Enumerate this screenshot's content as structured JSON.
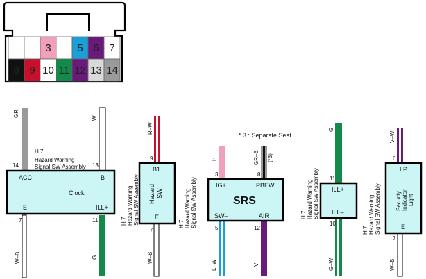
{
  "connector": {
    "top_row": [
      {
        "num": "",
        "color": "#ffffff",
        "text": "#222222"
      },
      {
        "num": "",
        "color": "#ffffff",
        "text": "#222222"
      },
      {
        "num": "3",
        "color": "#f0a0b8",
        "text": "#222222"
      },
      {
        "num": "",
        "color": "#ffffff",
        "text": "#222222"
      },
      {
        "num": "5",
        "color": "#1aa0d8",
        "text": "#222222"
      },
      {
        "num": "6",
        "color": "#6a1a7a",
        "text": "#ffffff"
      },
      {
        "num": "7",
        "color": "#ffffff",
        "text": "#111111"
      }
    ],
    "bottom_row": [
      {
        "num": "8",
        "color": "#111111",
        "text": "#ffffff"
      },
      {
        "num": "9",
        "color": "#c8102e",
        "text": "#ffffff"
      },
      {
        "num": "10",
        "color": "#ffffff",
        "text": "#222222"
      },
      {
        "num": "11",
        "color": "#128a4a",
        "text": "#ffffff"
      },
      {
        "num": "12",
        "color": "#6a1a7a",
        "text": "#ffffff"
      },
      {
        "num": "13",
        "color": "#d9d9d9",
        "text": "#222222"
      },
      {
        "num": "14",
        "color": "#9a9a9a",
        "text": "#222222"
      }
    ]
  },
  "footnote": "* 3 : Separate Seat",
  "clock": {
    "code": "H 7",
    "name_line1": "Hazard Warning",
    "name_line2": "Signal SW Assembly",
    "label": "Clock",
    "acc": "ACC",
    "b": "B",
    "e": "E",
    "ill": "ILL+",
    "pin_acc": "14",
    "pin_b": "13",
    "pin_e": "7",
    "pin_ill": "11",
    "wire_gr": "GR",
    "wire_w": "W",
    "wire_wb": "W–B",
    "wire_g": "G"
  },
  "hazard": {
    "side_code": "H 7",
    "side_line1": "Hazard Warning",
    "side_line2": "Signal SW Assembly",
    "label1": "Hazard",
    "label2": "SW",
    "b1": "B1",
    "e": "E",
    "pin_top": "9",
    "pin_bot": "7",
    "wire_top": "R–W",
    "wire_bot": "W–B"
  },
  "srs": {
    "side_code": "H 7",
    "side_line1": "Hazard Warning",
    "side_line2": "Signal SW Assembly",
    "label": "SRS",
    "igp": "IG+",
    "pbew": "PBEW",
    "swm": "SW–",
    "air": "AIR",
    "pin_igp": "3",
    "pin_pbew": "8",
    "pin_swm": "5",
    "pin_air": "12",
    "wire_p": "P",
    "wire_grb": "GR–B",
    "wire_star": "(*3)",
    "wire_lw": "L–W",
    "wire_v": "V"
  },
  "ill": {
    "side_code": "H 7",
    "side_line1": "Hazard Warning",
    "side_line2": "Signal SW Assembly",
    "illp": "ILL+",
    "illm": "ILL–",
    "pin_top": "11",
    "pin_bot": "10",
    "wire_top": "G",
    "wire_bot": "G–W"
  },
  "security": {
    "side_code": "H 7",
    "side_line1": "Hazard Warning",
    "side_line2": "Signal SW Assembly",
    "lp": "LP",
    "e": "E",
    "line1": "Security",
    "line2": "Indicator",
    "line3": "Light",
    "pin_top": "6",
    "pin_bot": "7",
    "wire_top": "V–W",
    "wire_bot": "W–B"
  }
}
